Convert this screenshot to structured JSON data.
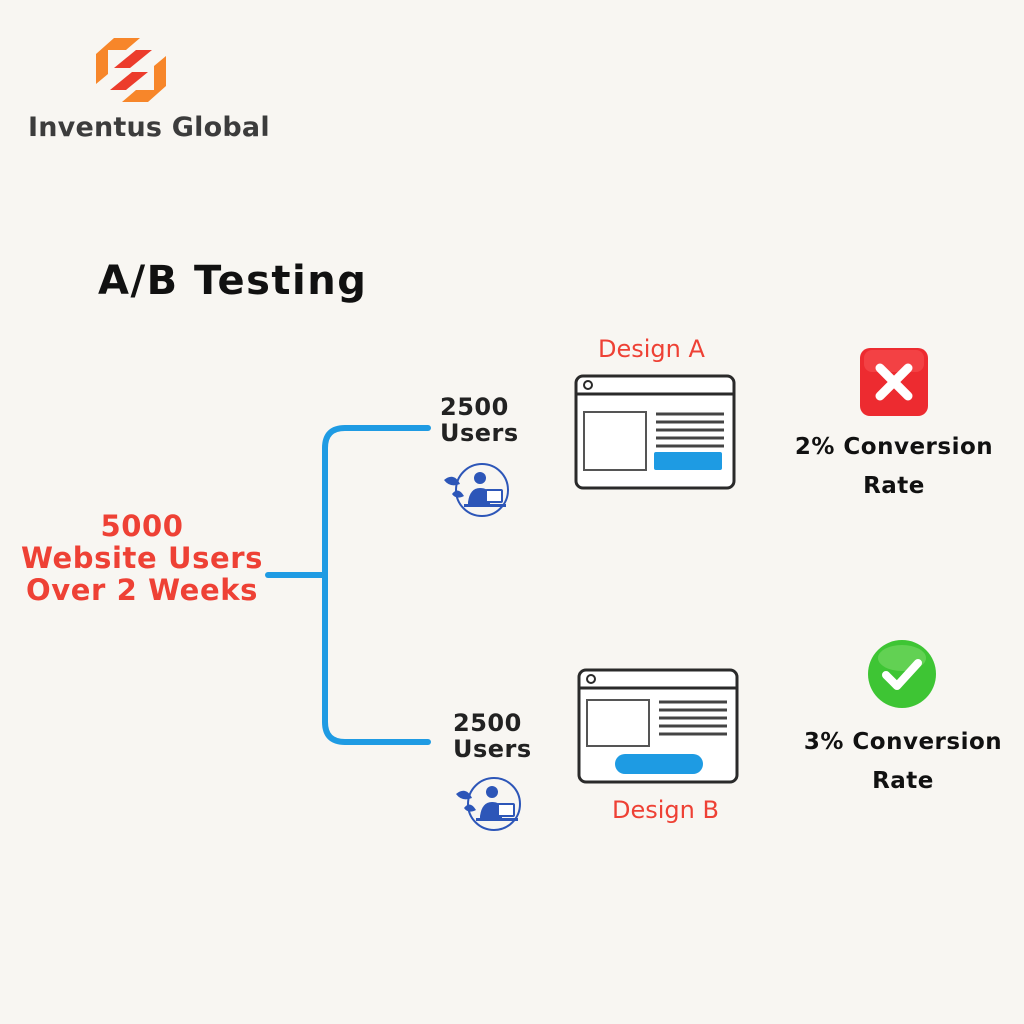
{
  "brand": {
    "name": "Inventus Global",
    "colors": {
      "orange": "#f7862a",
      "red": "#ec3c2c"
    }
  },
  "title": "A/B Testing",
  "source": {
    "line1": "5000",
    "line2": "Website Users",
    "line3": "Over 2 Weeks"
  },
  "branch_color": "#1f9be3",
  "groups": [
    {
      "users_count": "2500",
      "users_label": "Users",
      "design_label": "Design A",
      "rate_line1": "2% Conversion",
      "rate_line2": "Rate",
      "result_icon": "x-mark-icon",
      "result_color": "#ed2b30"
    },
    {
      "users_count": "2500",
      "users_label": "Users",
      "design_label": "Design B",
      "rate_line1": "3% Conversion",
      "rate_line2": "Rate",
      "result_icon": "check-mark-icon",
      "result_color": "#3ec534"
    }
  ]
}
